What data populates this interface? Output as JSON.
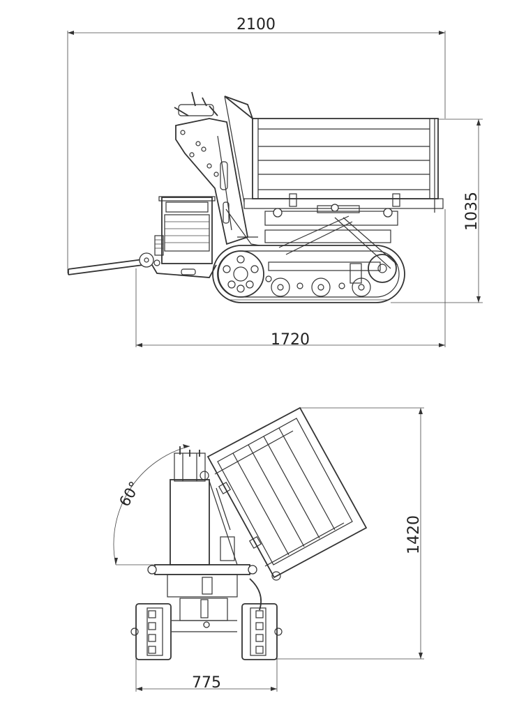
{
  "drawing": {
    "side_view": {
      "overall_length": "2100",
      "track_length": "1720",
      "height": "1035"
    },
    "front_view": {
      "tip_angle": "60°",
      "tipped_height": "1420",
      "track_width": "775"
    },
    "colors": {
      "line": "#333333",
      "background": "#ffffff"
    }
  }
}
